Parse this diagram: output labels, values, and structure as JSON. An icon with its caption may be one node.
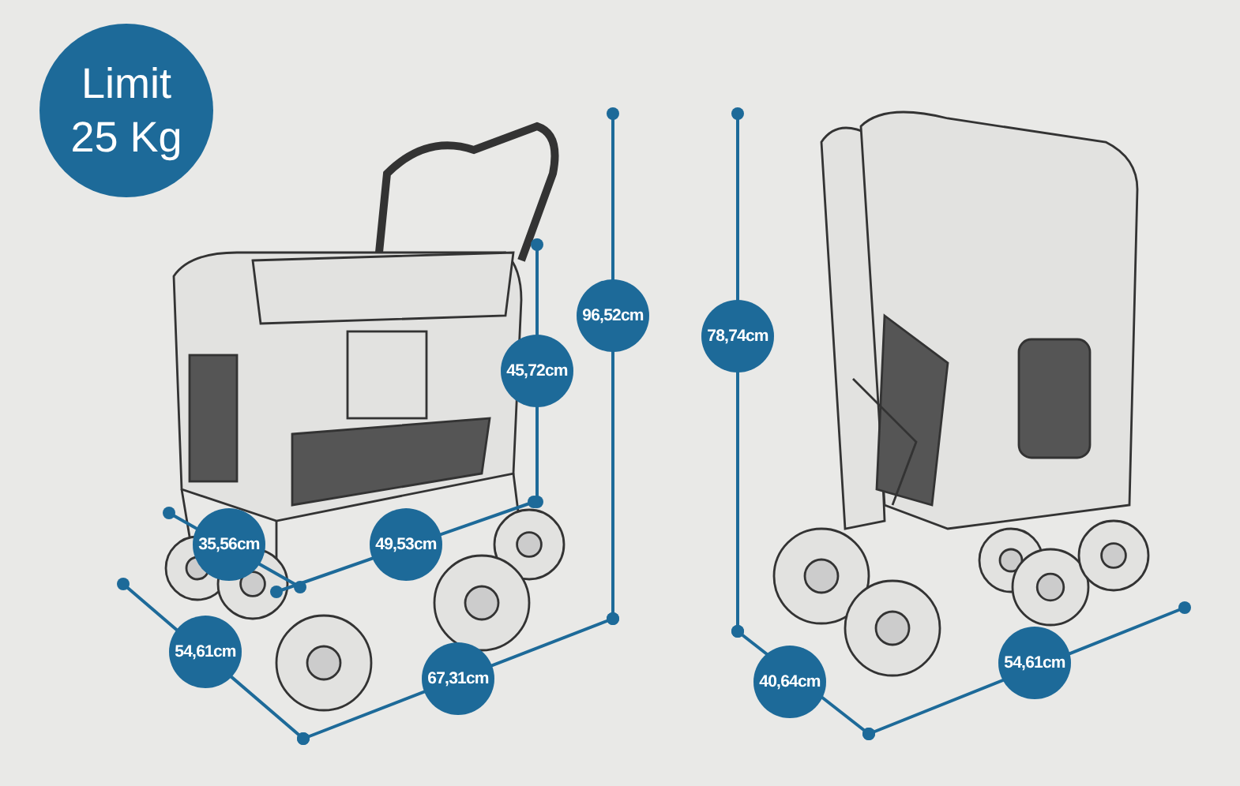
{
  "diagram": {
    "nodes": [
      {
        "text": [
          "Limit 25 Kg"
        ]
      }
    ],
    "labels": [
      "96,52cm",
      "78,74cm",
      "45,72cm",
      "35,56cm",
      "49,53cm",
      "54,61cm",
      "40,64cm",
      "54,61cm",
      "67,31cm"
    ]
  }
}
